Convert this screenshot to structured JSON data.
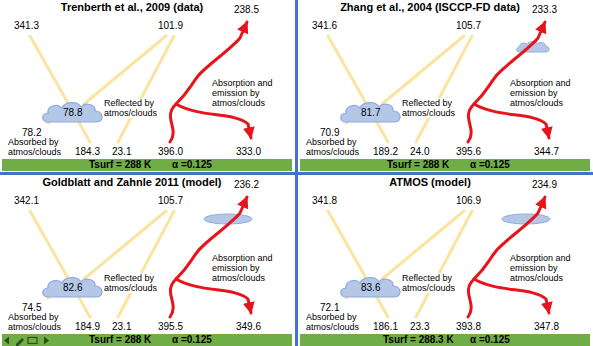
{
  "diagram": {
    "nodes": [
      {
        "text": [
          "Trenberth et al., 2009 (data)"
        ]
      },
      {
        "text": [
          "78.8"
        ],
        "in": 0
      },
      {
        "text": [
          "Tsurf = 288 K",
          "α =0.125"
        ],
        "in": 0
      },
      {
        "text": [
          "Zhang et al., 2004 (ISCCP-FD data)"
        ]
      },
      {
        "text": [
          "81.7"
        ],
        "in": 3
      },
      {
        "text": [
          "Tsurf = 288 K",
          "α =0.125"
        ],
        "in": 3
      },
      {
        "text": [
          "Goldblatt and Zahnle 2011 (model)"
        ]
      },
      {
        "text": [
          "82.6"
        ],
        "in": 6
      },
      {
        "text": [
          "Tsurf = 288 K",
          "α =0.125"
        ],
        "in": 6
      },
      {
        "text": [
          "ATMOS (model)"
        ]
      },
      {
        "text": [
          "83.6"
        ],
        "in": 9
      },
      {
        "text": [
          "Tsurf = 288.3 K",
          "α =0.125"
        ],
        "in": 9
      }
    ],
    "labels": [
      "341.3",
      "101.9",
      "238.5",
      "Reflected by atmos/clouds",
      "Absorption and emission by atmos/clouds",
      "78.2",
      "Absorbed by atmos/clouds",
      "184.3",
      "23.1",
      "396.0",
      "333.0",
      "341.6",
      "105.7",
      "233.3",
      "Reflected by atmos/clouds",
      "Absorption and emission by atmos/clouds",
      "70.9",
      "Absorbed by atmos/clouds",
      "189.2",
      "24.0",
      "395.6",
      "344.7",
      "342.1",
      "105.7",
      "236.2",
      "Reflected by atmos/clouds",
      "Absorption and emission by atmos/clouds",
      "74.5",
      "Absorbed by atmos/clouds",
      "184.9",
      "23.1",
      "395.5",
      "349.6",
      "341.8",
      "106.9",
      "234.9",
      "Reflected by atmos/clouds",
      "Absorption and emission by atmos/clouds",
      "72.1",
      "Absorbed by atmos/clouds",
      "186.1",
      "23.3",
      "393.8",
      "347.8"
    ]
  }
}
